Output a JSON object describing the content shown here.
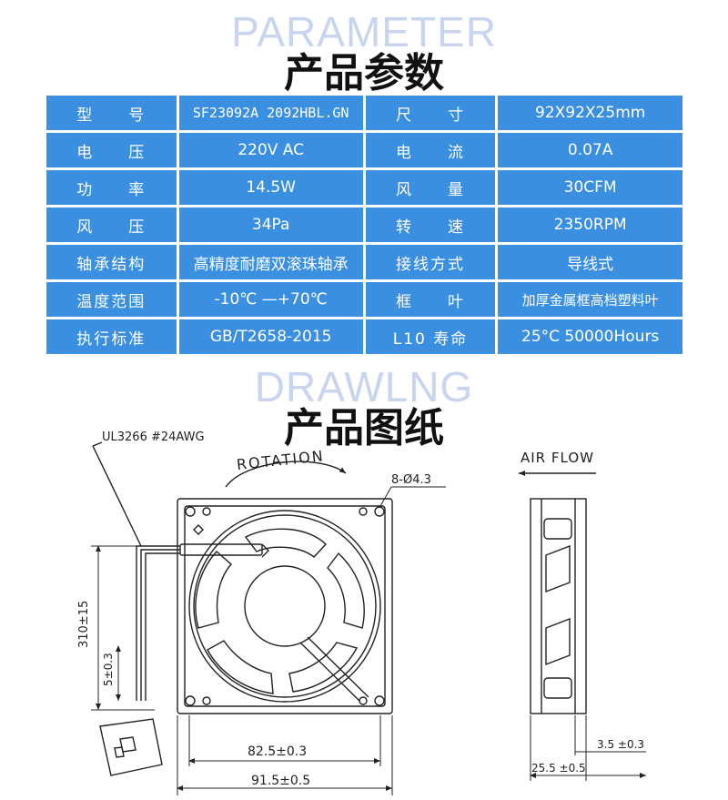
{
  "header": {
    "watermark": "PARAMETER",
    "title": "产品参数"
  },
  "specs": {
    "rows": [
      [
        {
          "label": "型　　号",
          "value": "SF23092A 2092HBL.GN"
        },
        {
          "label": "尺　　寸",
          "value": "92X92X25mm"
        }
      ],
      [
        {
          "label": "电　　压",
          "value": "220V  AC"
        },
        {
          "label": "电　　流",
          "value": "0.07A"
        }
      ],
      [
        {
          "label": "功　　率",
          "value": "14.5W"
        },
        {
          "label": "风　　量",
          "value": "30CFM"
        }
      ],
      [
        {
          "label": "风　　压",
          "value": "34Pa"
        },
        {
          "label": "转　　速",
          "value": "2350RPM"
        }
      ],
      [
        {
          "label": "轴承结构",
          "value": "高精度耐磨双滚珠轴承"
        },
        {
          "label": "接线方式",
          "value": "导线式"
        }
      ],
      [
        {
          "label": "温度范围",
          "value": "-10℃ —+70℃"
        },
        {
          "label": "框　　叶",
          "value": "加厚金属框高档塑料叶"
        }
      ],
      [
        {
          "label": "执行标准",
          "value": "GB/T2658-2015"
        },
        {
          "label": "L10 寿命",
          "value": "25°C  50000Hours"
        }
      ]
    ]
  },
  "drawing": {
    "watermark": "DRAWLNG",
    "title": "产品图纸",
    "wire_label": "UL3266  #24AWG",
    "rotation_label": "ROTATION",
    "hole_label": "8-Ø4.3",
    "airflow_label": "AIR  FLOW",
    "dim_lead_length": "310±15",
    "dim_strip": "5±0.3",
    "dim_hole_pitch": "82.5±0.3",
    "dim_width": "91.5±0.5",
    "dim_flange": "3.5 ±0.3",
    "dim_depth": "25.5 ±0.5"
  },
  "colors": {
    "table_cell": "#3a8fe0",
    "watermark": "#c9d4ee"
  }
}
